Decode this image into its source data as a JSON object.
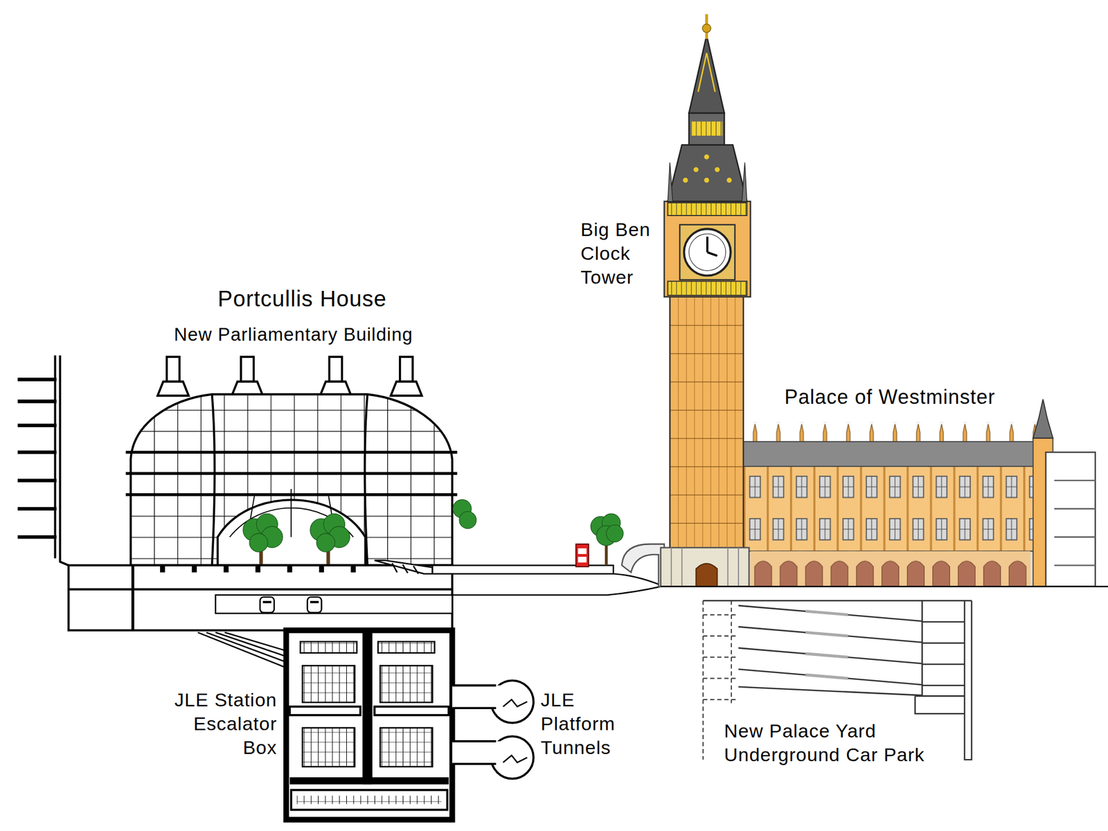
{
  "diagram": {
    "labels": [
      "Big Ben Clock Tower",
      "Portcullis House",
      "New Parliamentary Building",
      "Palace of Westminster",
      "JLE Station Escalator Box",
      "JLE Platform Tunnels",
      "New Palace Yard Underground Car Park"
    ]
  }
}
